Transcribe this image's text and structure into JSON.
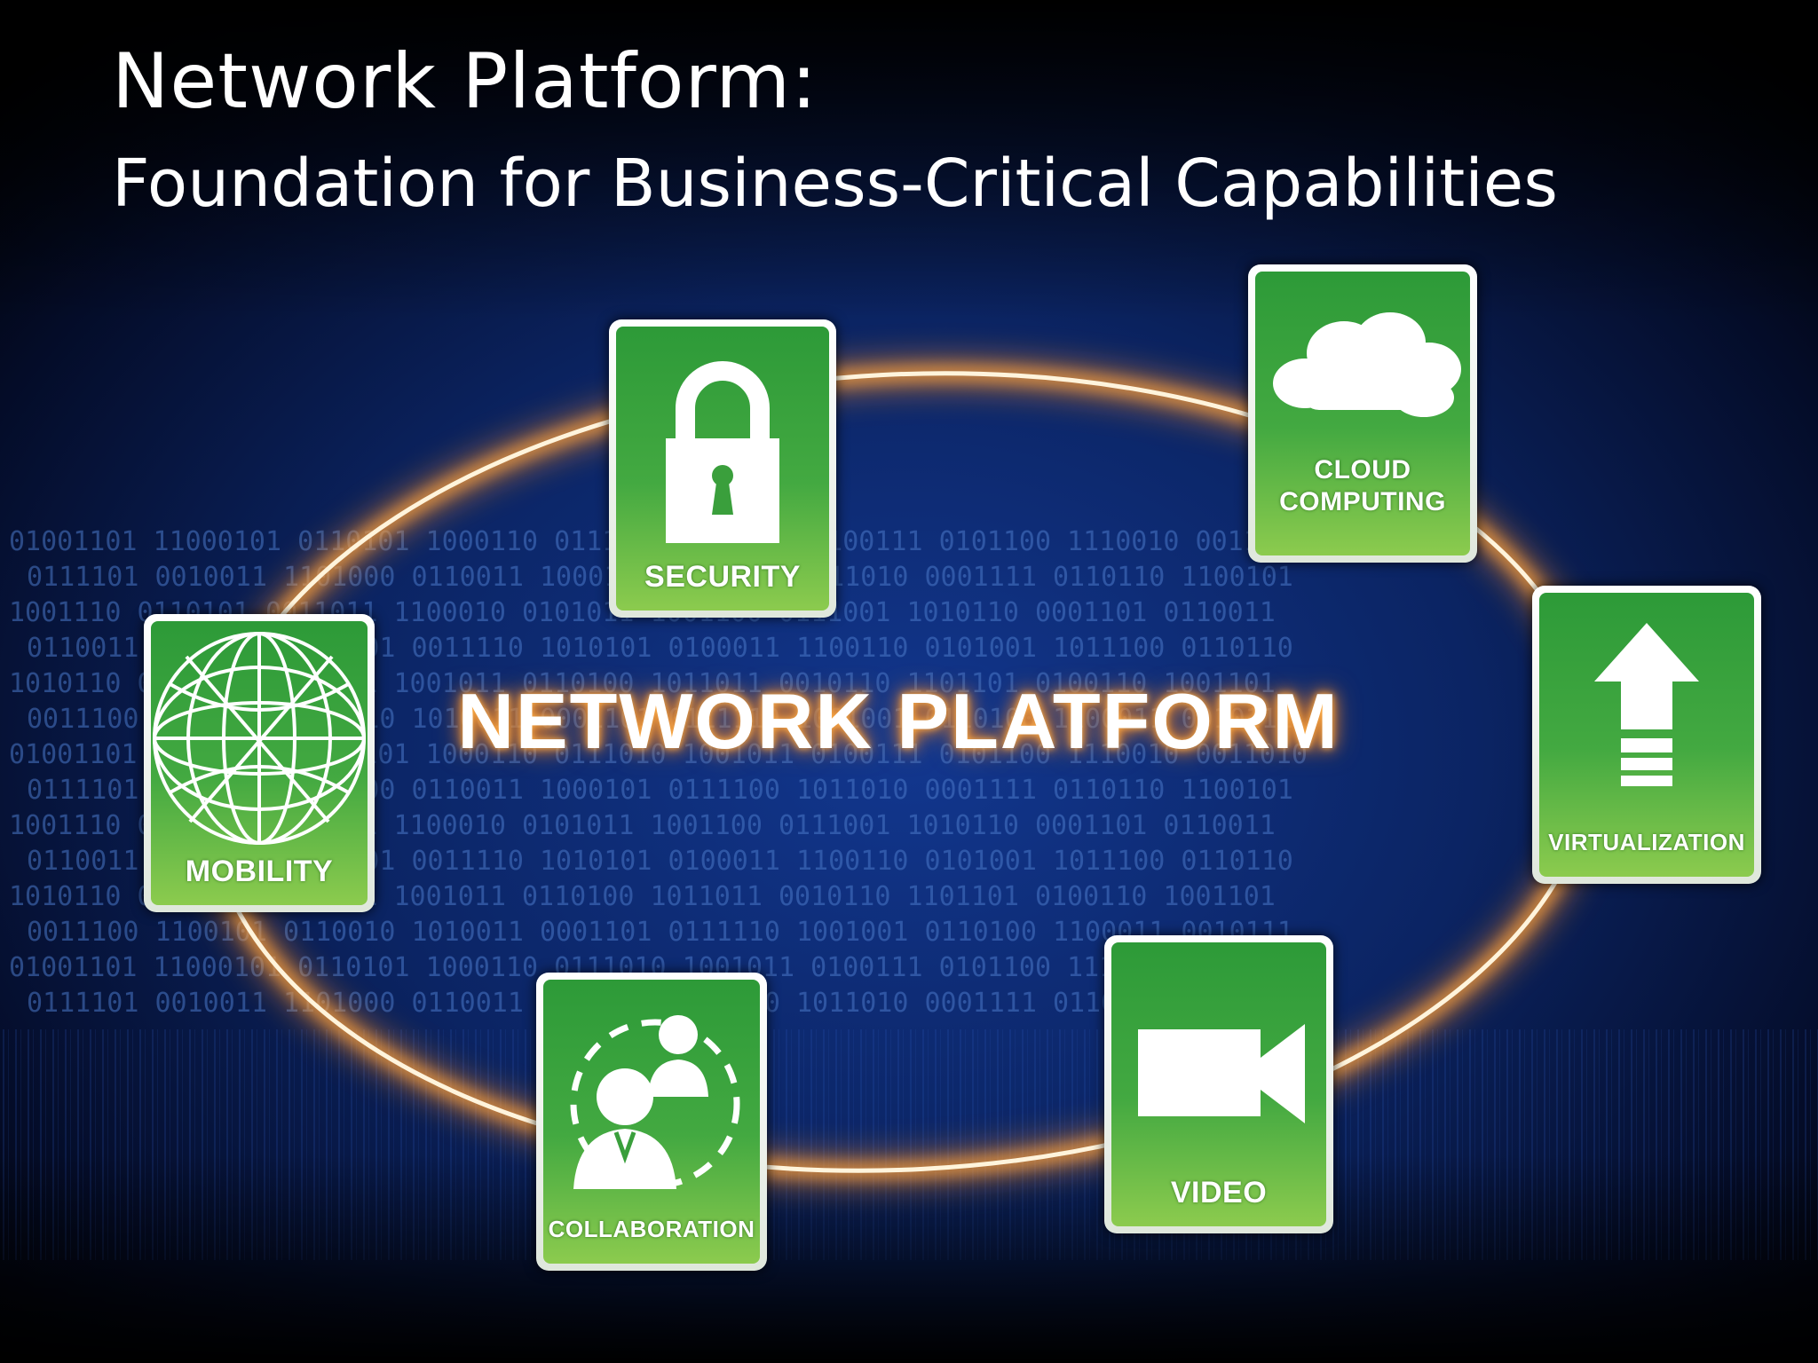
{
  "slide": {
    "title": "Network Platform:",
    "subtitle": "Foundation for Business-Critical Capabilities"
  },
  "diagram": {
    "center_label": "NETWORK PLATFORM",
    "binary_rows": [
      "01001101  11000101  0110101  1000110  0111010  1001011  0100111  0101100  1110010  0011010",
      "0111101  0010011  1101000  0110011  1000101  0111100  1011010  0001111  0110110  1100101",
      "1001110  0110101  0011011  1100010  0101011  1001100  0111001  1010110  0001101  0110011",
      "0110011  1001010  1110001  0011110  1010101  0100011  1100110  0101001  1011100  0110110",
      "1010110  0111001  0100111  1001011  0110100  1011011  0010110  1101101  0100110  1001101",
      "0011100  1100101  0110010  1010011  0001101  0111110  1001001  0110100  1100011  0010111"
    ],
    "cards": [
      {
        "id": "security",
        "label": "SECURITY",
        "icon": "padlock-icon"
      },
      {
        "id": "cloud",
        "label": "CLOUD\nCOMPUTING",
        "icon": "cloud-icon"
      },
      {
        "id": "mobility",
        "label": "MOBILITY",
        "icon": "globe-icon"
      },
      {
        "id": "virtualization",
        "label": "VIRTUALIZATION",
        "icon": "up-arrow-icon"
      },
      {
        "id": "collaboration",
        "label": "COLLABORATION",
        "icon": "people-icon"
      },
      {
        "id": "video",
        "label": "VIDEO",
        "icon": "video-camera-icon"
      }
    ]
  },
  "colors": {
    "background_top": "#000000",
    "background_mid": "#0d2a78",
    "ring_glow": "#ff9a2a",
    "ring_core": "#fff4dc",
    "card_green_top": "#2d9a38",
    "card_green_bottom": "#8ccb4e",
    "binary_text": "#4a78c8"
  }
}
